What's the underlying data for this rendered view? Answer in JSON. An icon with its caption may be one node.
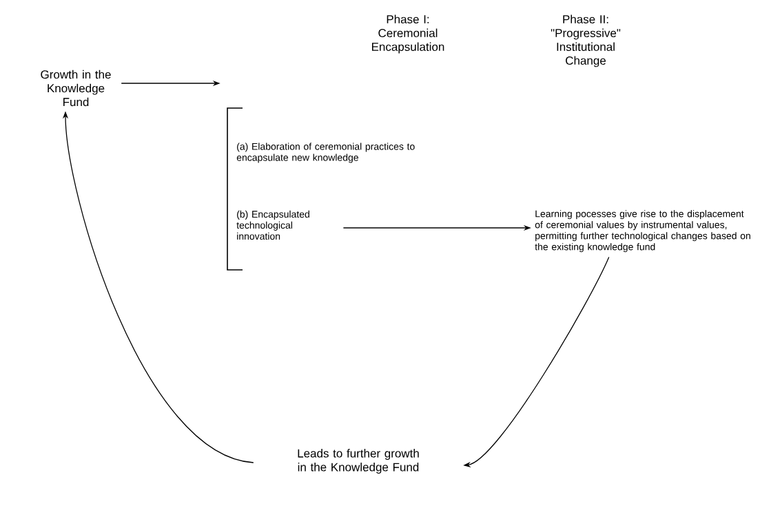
{
  "diagram": {
    "nodes": [
      {
        "text": [
          "Growth in the Knowledge Fund"
        ]
      },
      {
        "text": [],
        "shape": "bar"
      },
      {
        "text": [
          "(a) Elaboration of ceremonial practices to encapsulate new knowledge"
        ]
      },
      {
        "text": [
          "(b) Encapsulated technological innovation"
        ]
      },
      {
        "text": [
          "Learning pocesses give rise to the displacement of ceremonial values by instrumental values, permitting further technological changes based on the existing knowledge fund"
        ]
      },
      {
        "text": [
          "Leads to further growth in the Knowledge Fund"
        ]
      }
    ],
    "edges": [
      {
        "from": 0,
        "to": 1,
        "arrow": "to"
      },
      {
        "from": 3,
        "to": 4,
        "arrow": "to"
      },
      {
        "from": 4,
        "to": 5,
        "arrow": "to"
      },
      {
        "from": 5,
        "to": 0,
        "arrow": "to"
      }
    ],
    "labels": [
      "Phase I: Ceremonial Encapsulation",
      "Phase II: \"Progressive\" Institutional Change"
    ]
  }
}
